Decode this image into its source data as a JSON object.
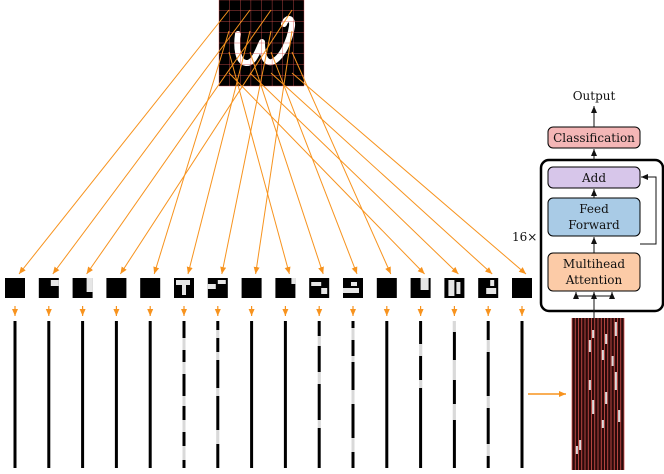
{
  "diagram": {
    "output_label": "Output",
    "classification_label": "Classification",
    "add_label": "Add",
    "feed_forward_line1": "Feed",
    "feed_forward_line2": "Forward",
    "attention_line1": "Multihead",
    "attention_line2": "Attention",
    "repeat_label": "16×",
    "patch_count": 16,
    "colors": {
      "arrow": "#f7931e",
      "grid": "#d9534f",
      "classification": "#f4b6b6",
      "add": "#d7c6ea",
      "feed_forward": "#a9cbe6",
      "attention": "#fccba7",
      "block_border": "#000000"
    }
  }
}
